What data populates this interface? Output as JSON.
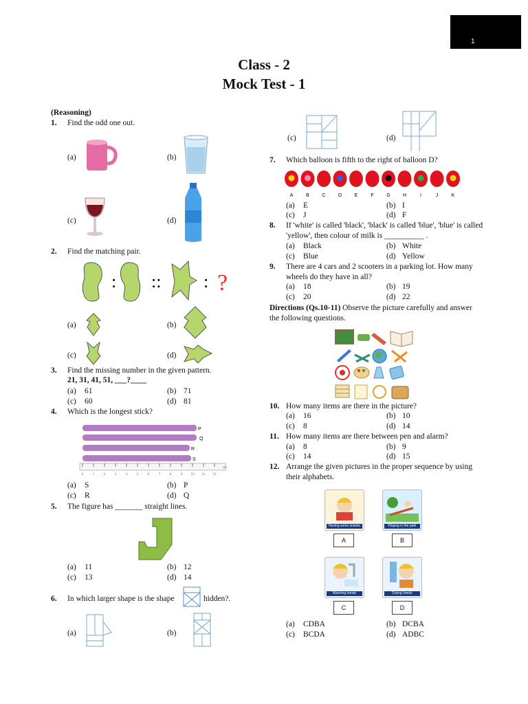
{
  "page_number": "1",
  "title_line1": "Class - 2",
  "title_line2": "Mock Test - 1",
  "section": "(Reasoning)",
  "q1": {
    "num": "1.",
    "text": "Find the odd one out.",
    "a": "(a)",
    "b": "(b)",
    "c": "(c)",
    "d": "(d)"
  },
  "q2": {
    "num": "2.",
    "text": "Find the matching pair.",
    "a": "(a)",
    "b": "(b)",
    "c": "(c)",
    "d": "(d)",
    "sep1": ":",
    "sep2": "::",
    "sep3": ":",
    "qmark": "?"
  },
  "q3": {
    "num": "3.",
    "text": "Find the missing number in the given pattern.",
    "series": "21, 31, 41, 51, ___?____",
    "opts": [
      "(a)",
      "61",
      "(b)",
      "71",
      "(c)",
      "60",
      "(d)",
      "81"
    ]
  },
  "q4": {
    "num": "4.",
    "text": "Which is the longest stick?",
    "stick_labels": [
      "P",
      "Q",
      "R",
      "S"
    ],
    "ruler_ticks": [
      "0",
      "1",
      "2",
      "3",
      "4",
      "5",
      "6",
      "7",
      "8",
      "9",
      "10",
      "11",
      "12"
    ],
    "ruler_unit": "cm",
    "opts": [
      "(a)",
      "S",
      "(b)",
      "P",
      "(c)",
      "R",
      "(d)",
      "Q"
    ]
  },
  "q5": {
    "num": "5.",
    "text": "The figure has _______ straight lines.",
    "opts": [
      "(a)",
      "11",
      "(b)",
      "12",
      "(c)",
      "13",
      "(d)",
      "14"
    ]
  },
  "q6": {
    "num": "6.",
    "text_before": "In which larger shape is the shape",
    "text_after": "hidden?.",
    "a": "(a)",
    "b": "(b)",
    "c": "(c)",
    "d": "(d)"
  },
  "q7": {
    "num": "7.",
    "text": "Which balloon is fifth to the right of balloon D?",
    "balloon_letters": [
      "A",
      "B",
      "C",
      "D",
      "E",
      "F",
      "G",
      "H",
      "I",
      "J",
      "K"
    ],
    "opts": [
      "(a)",
      "E",
      "(b)",
      "I",
      "(c)",
      "J",
      "(d)",
      "F"
    ]
  },
  "q8": {
    "num": "8.",
    "line1": "If 'white' is called 'black', 'black' is called 'blue', 'blue' is called",
    "line2": "'yellow', then colour of milk is __________ .",
    "opts": [
      "(a)",
      "Black",
      "(b)",
      "White",
      "(c)",
      "Blue",
      "(d)",
      "Yellow"
    ]
  },
  "q9": {
    "num": "9.",
    "line1": "There are 4 cars and 2 scooters in a parking lot. How many",
    "line2": "wheels do they have in all?",
    "opts": [
      "(a)",
      "18",
      "(b)",
      "19",
      "(c)",
      "20",
      "(d)",
      "22"
    ]
  },
  "directions": {
    "bold": "Directions (Qs.10-11)",
    "text": " Observe the picture carefully and answer",
    "line2": "the following questions."
  },
  "q10": {
    "num": "10.",
    "text": "How many items are there in the picture?",
    "opts": [
      "(a)",
      "16",
      "(b)",
      "10",
      "(c)",
      "8",
      "(d)",
      "14"
    ]
  },
  "q11": {
    "num": "11.",
    "text": "How many items are there between pen and alarm?",
    "opts": [
      "(a)",
      "8",
      "(b)",
      "9",
      "(c)",
      "14",
      "(d)",
      "15"
    ]
  },
  "q12": {
    "num": "12.",
    "line1": "Arrange the given pictures in the proper sequence by using",
    "line2": "their alphabets.",
    "captions": [
      "Having some snacks",
      "Playing in the park",
      "Washing hands",
      "Drying hands"
    ],
    "letters": [
      "A",
      "B",
      "C",
      "D"
    ],
    "opts": [
      "(a)",
      "CDBA",
      "(b)",
      "DCBA",
      "(c)",
      "BCDA",
      "(d)",
      "ADBC"
    ]
  },
  "colors": {
    "green_shape": "#b4d66b",
    "balloon_red": "#e0141e",
    "stick_purple": "#b27cc0",
    "grid_blue": "#8fb3d9"
  }
}
